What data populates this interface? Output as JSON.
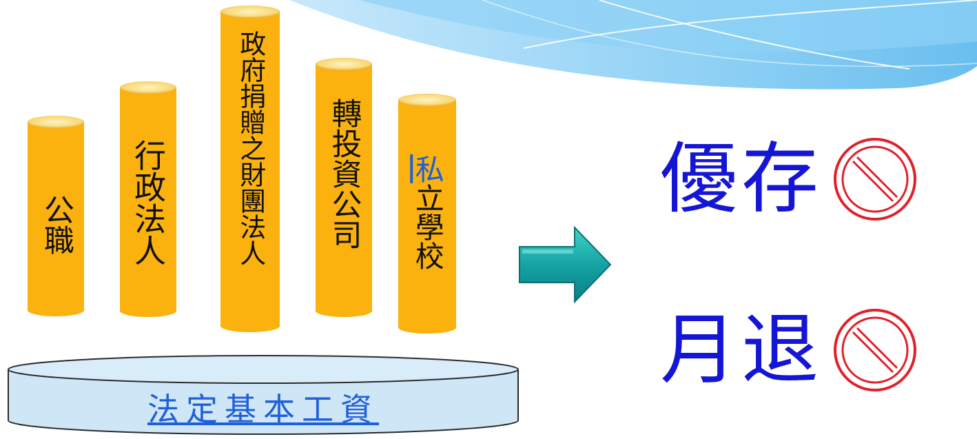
{
  "pillars": [
    {
      "id": "civil-service",
      "chars": "公職",
      "blue_prefix": ""
    },
    {
      "id": "administrative-corporation",
      "chars": "行政法人",
      "blue_prefix": ""
    },
    {
      "id": "government-donated-foundation",
      "chars": "政府捐贈之財團法人",
      "blue_prefix": ""
    },
    {
      "id": "reinvested-company",
      "chars": "轉投資公司",
      "blue_prefix": ""
    },
    {
      "id": "private-school",
      "chars": "立學校",
      "blue_prefix": "私"
    }
  ],
  "base": {
    "label": "法定基本工資"
  },
  "outcomes": [
    {
      "id": "preferential-deposit",
      "label": "優存",
      "icon": "prohibited-icon"
    },
    {
      "id": "monthly-pension",
      "label": "月退",
      "icon": "prohibited-icon"
    }
  ],
  "colors": {
    "pillar": "#fbb20e",
    "base_fill": "#cfe6f7",
    "base_label": "#1f5fd8",
    "outcome_text": "#1515d6",
    "ban": "#e0202a",
    "arrow": "#14a3a3"
  }
}
